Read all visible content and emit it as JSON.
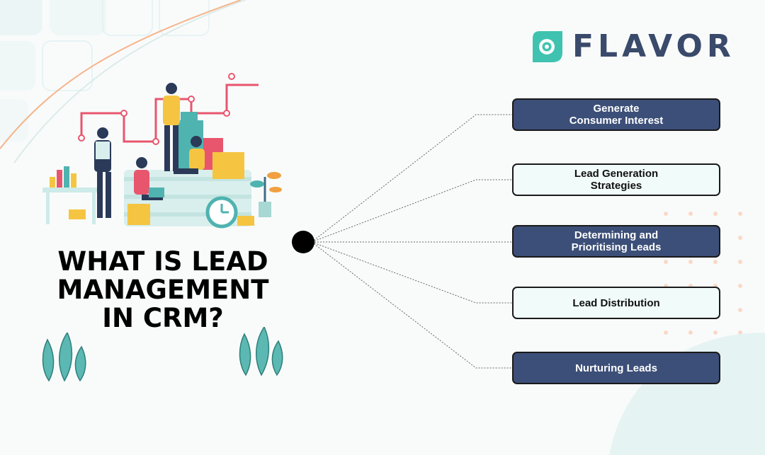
{
  "brand": {
    "name": "FLAVOR",
    "accent": "#3fc3b0",
    "text_color": "#3a4a6b"
  },
  "headline": {
    "line1": "WHAT IS LEAD",
    "line2": "MANAGEMENT",
    "line3": "IN CRM?"
  },
  "steps": [
    {
      "line1": "Generate",
      "line2": "Consumer Interest",
      "style": "dark"
    },
    {
      "line1": "Lead Generation",
      "line2": "Strategies",
      "style": "light"
    },
    {
      "line1": "Determining and",
      "line2": "Prioritising Leads",
      "style": "dark"
    },
    {
      "line1": "Lead Distribution",
      "line2": "",
      "style": "light"
    },
    {
      "line1": "Nurturing Leads",
      "line2": "",
      "style": "dark"
    }
  ],
  "colors": {
    "dark_box": "#3c4f78",
    "light_box": "#f1fbfa",
    "leaf": "#5bb8b2",
    "peach": "#f6a97b"
  }
}
